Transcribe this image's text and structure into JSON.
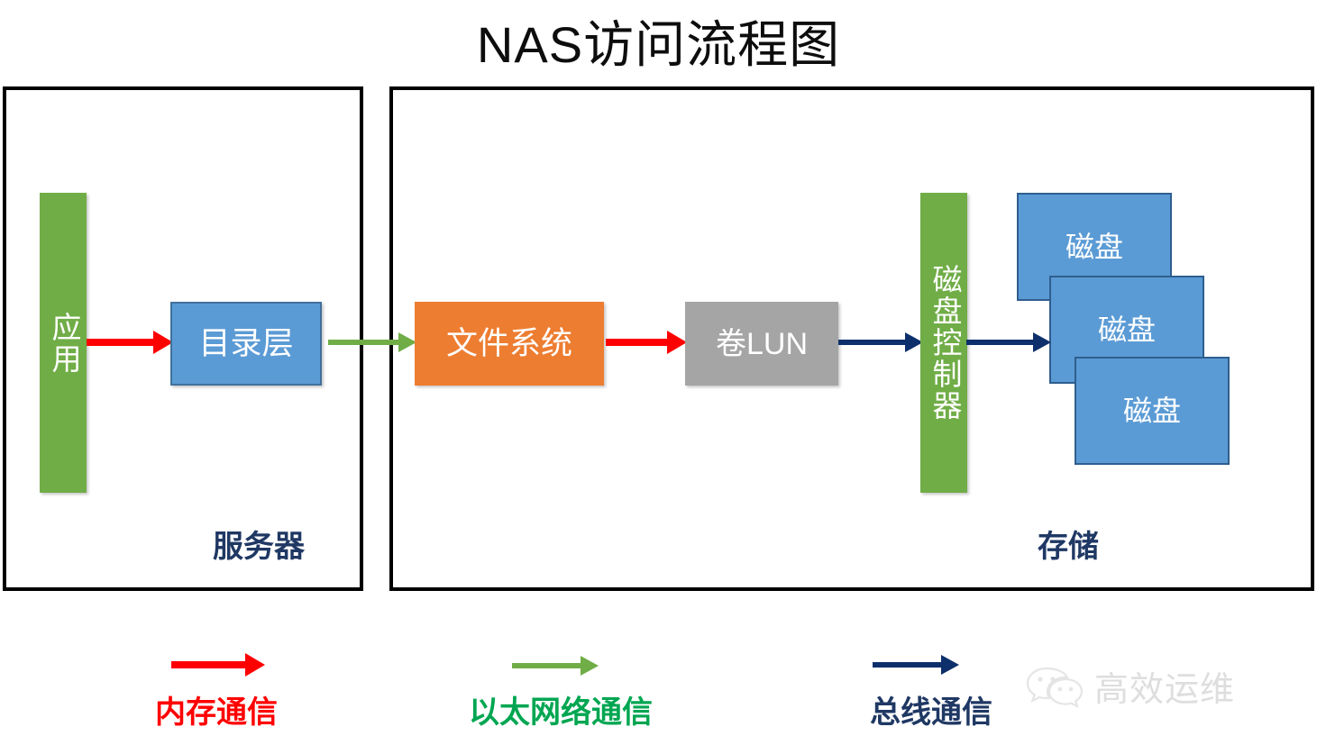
{
  "title": "NAS访问流程图",
  "panels": {
    "server": {
      "label": "服务器"
    },
    "storage": {
      "label": "存储"
    }
  },
  "nodes": {
    "app": {
      "label": "应用",
      "color": "#70AD47"
    },
    "directory": {
      "label": "目录层",
      "color": "#5B9BD5"
    },
    "filesystem": {
      "label": "文件系统",
      "color": "#ED7D31"
    },
    "lun": {
      "label": "卷LUN",
      "color": "#A5A5A5"
    },
    "controller": {
      "label": "磁盘控制器",
      "color": "#70AD47"
    },
    "disks": [
      {
        "label": "磁盘"
      },
      {
        "label": "磁盘"
      },
      {
        "label": "磁盘"
      }
    ]
  },
  "legend": {
    "items": [
      {
        "label": "内存通信",
        "color": "#FF0000",
        "arrow": "right-arrow-icon"
      },
      {
        "label": "以太网络通信",
        "color": "#00A651",
        "arrow": "right-arrow-icon"
      },
      {
        "label": "总线通信",
        "color": "#1F3864",
        "arrow": "right-arrow-icon"
      }
    ]
  },
  "watermark": {
    "text": "高效运维",
    "icon": "wechat-icon"
  },
  "colors": {
    "arrow_memory": "#FF0000",
    "arrow_ethernet": "#70AD47",
    "arrow_bus": "#0D2F6B",
    "panel_border": "#000000",
    "label_navy": "#1F3864"
  }
}
